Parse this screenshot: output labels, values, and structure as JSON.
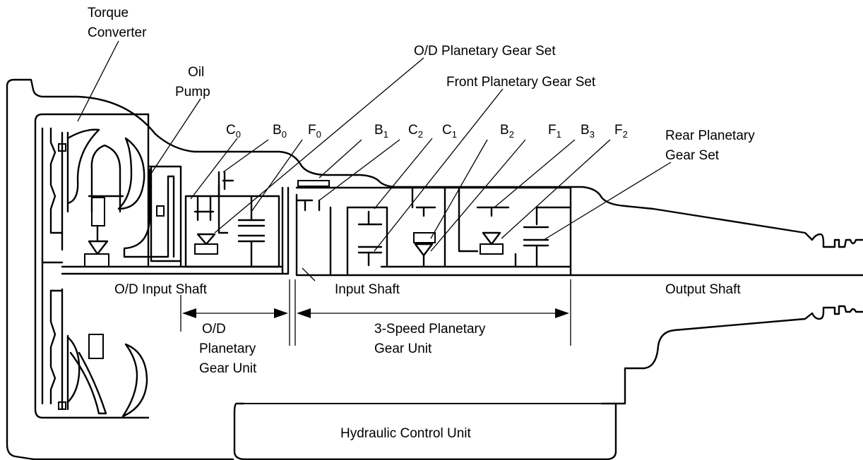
{
  "labels": {
    "torque_converter": [
      "Torque",
      "Converter"
    ],
    "oil_pump": [
      "Oil",
      "Pump"
    ],
    "od_planetary_gear_set": "O/D Planetary Gear Set",
    "front_planetary_gear_set": "Front Planetary Gear Set",
    "rear_planetary_gear_set": [
      "Rear Planetary",
      "Gear Set"
    ],
    "od_input_shaft": "O/D Input Shaft",
    "input_shaft": "Input Shaft",
    "output_shaft": "Output Shaft",
    "od_planetary_gear_unit": [
      "O/D",
      "Planetary",
      "Gear Unit"
    ],
    "three_speed_planetary_gear_unit": [
      "3-Speed Planetary",
      "Gear Unit"
    ],
    "hydraulic_control_unit": "Hydraulic Control Unit"
  },
  "components": [
    {
      "letter": "C",
      "sub": "0"
    },
    {
      "letter": "B",
      "sub": "0"
    },
    {
      "letter": "F",
      "sub": "0"
    },
    {
      "letter": "B",
      "sub": "1"
    },
    {
      "letter": "C",
      "sub": "2"
    },
    {
      "letter": "C",
      "sub": "1"
    },
    {
      "letter": "B",
      "sub": "2"
    },
    {
      "letter": "F",
      "sub": "1"
    },
    {
      "letter": "B",
      "sub": "3"
    },
    {
      "letter": "F",
      "sub": "2"
    }
  ]
}
